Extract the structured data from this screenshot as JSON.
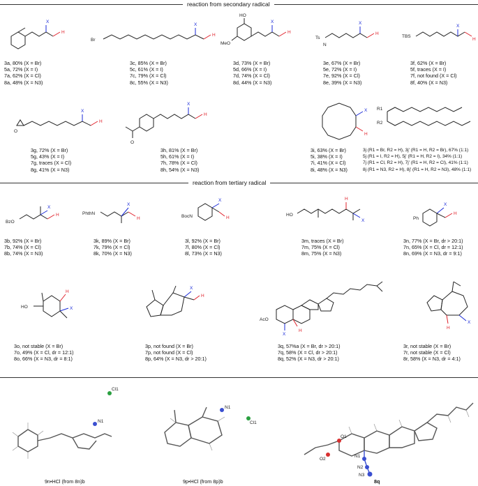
{
  "sections": {
    "secondary": "reaction from secondary radical",
    "tertiary": "reaction from tertiary radical"
  },
  "atoms": {
    "x": "X",
    "h": "H",
    "r1": "R1",
    "r2": "R2",
    "oh": "HO",
    "ome": "MeO",
    "ts": "Ts",
    "n": "N",
    "tbs": "TBS",
    "br": "Br",
    "o": "O",
    "bzo": "BzO",
    "phthn": "PhthN",
    "boc": "BocN",
    "ho": "HO",
    "ph": "Ph",
    "aco": "AcO",
    "cl1": "Cl1",
    "n1": "N1",
    "n2": "N2",
    "n3": "N3",
    "o1": "O1",
    "o2": "O2"
  },
  "compounds": {
    "c3a": [
      "3a, 80% (X = Br)",
      "5a, 72% (X = I)",
      "7a, 62% (X = Cl)",
      "8a, 48% (X = N3)"
    ],
    "c3c": [
      "3c, 85% (X = Br)",
      "5c, 61% (X = I)",
      "7c, 79% (X = Cl)",
      "8c, 55% (X = N3)"
    ],
    "c3d": [
      "3d, 73% (X = Br)",
      "5d, 66% (X = I)",
      "7d, 74% (X = Cl)",
      "8d, 44% (X = N3)"
    ],
    "c3e": [
      "3e, 67% (X = Br)",
      "5e, 72% (X = I)",
      "7e, 92% (X = Cl)",
      "8e, 39% (X = N3)"
    ],
    "c3f": [
      "3f, 62% (X = Br)",
      "5f, traces (X = I)",
      "7f, not found (X = Cl)",
      "8f, 40% (X = N3)"
    ],
    "c3g": [
      "3g, 72% (X = Br)",
      "5g, 43% (X = I)",
      "7g, traces (X = Cl)",
      "8g, 41% (X = N3)"
    ],
    "c3h": [
      "3h, 81% (X = Br)",
      "5h, 61% (X = I)",
      "7h, 78% (X = Cl)",
      "8h, 54% (X = N3)"
    ],
    "c3i": [
      "3i, 63% (X = Br)",
      "5i, 38% (X = I)",
      "7i, 41% (X = Cl)",
      "8i, 48% (X = N3)"
    ],
    "c3j": [
      "3j (R1 = Br, R2 = H), 3j' (R1 = H, R2 = Br), 67% (1:1)",
      "5j (R1 = I, R2 = H), 5j' (R1 = H, R2 = I), 34% (1:1)",
      "7j (R1 = Cl, R2 = H), 7j' (R1 = H, R2 = Cl), 41% (1:1)",
      "8j (R1 = N3, R2 = H), 8j' (R1 = H, R2 = N3), 48% (1:1)"
    ],
    "c3b": [
      "3b, 92% (X = Br)",
      "7b, 74% (X = Cl)",
      "8b, 74% (X = N3)"
    ],
    "c3k": [
      "3k, 89% (X = Br)",
      "7k, 79% (X = Cl)",
      "8k, 70% (X = N3)"
    ],
    "c3l": [
      "3l, 92% (X = Br)",
      "7l, 80% (X = Cl)",
      "8l, 73% (X = N3)"
    ],
    "c3m": [
      "3m, traces (X = Br)",
      "7m, 75% (X = Cl)",
      "8m, 75% (X = N3)"
    ],
    "c3n": [
      "3n, 77% (X = Br, dr > 20:1)",
      "7n, 65% (X = Cl, dr = 12:1)",
      "8n, 69% (X = N3, dr = 9:1)"
    ],
    "c3o": [
      "3o, not stable (X = Br)",
      "7o, 49% (X = Cl, dr = 12:1)",
      "8o, 66% (X = N3, dr = 8:1)"
    ],
    "c3p": [
      "3p, not found (X = Br)",
      "7p, not found (X = Cl)",
      "8p, 64% (X = N3, dr > 20:1)"
    ],
    "c3q": [
      "3q, 57%a (X = Br, dr > 20:1)",
      "7q, 58% (X = Cl, dr > 20:1)",
      "8q, 52% (X = N3, dr > 20:1)"
    ],
    "c3r": [
      "3r, not stable (X = Br)",
      "7r, not stable (X = Cl)",
      "8r, 58% (X = N3, dr = 4:1)"
    ]
  },
  "crystals": {
    "a": "9n•HCl (from 8n)b",
    "b": "9p•HCl (from 8p)b",
    "c": "8q"
  },
  "colors": {
    "x": "#1a2ad8",
    "h": "#e0202a",
    "bond": "#222222",
    "n": "#3a4fd0",
    "cl": "#2aa040",
    "o": "#d83030"
  }
}
